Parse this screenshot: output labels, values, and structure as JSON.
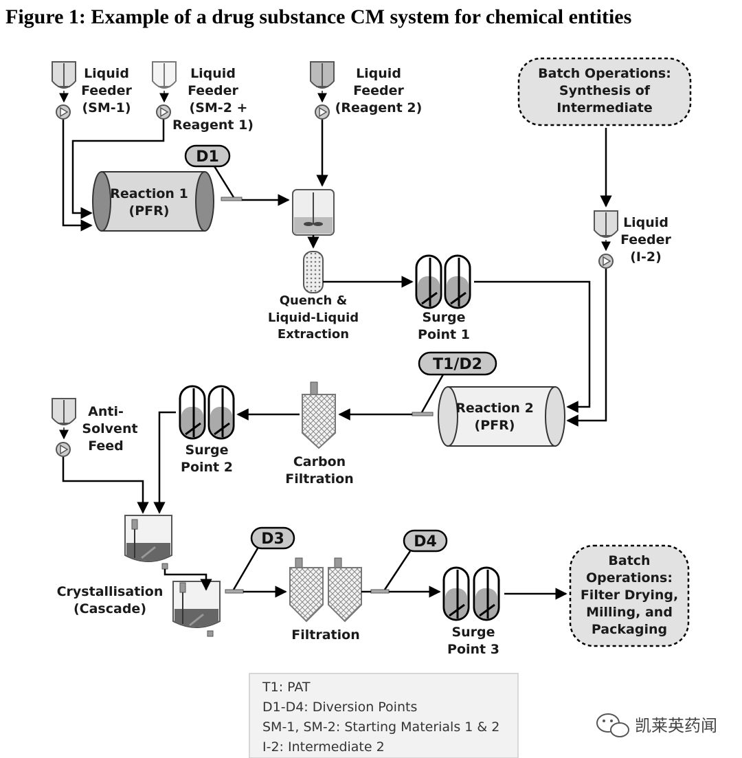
{
  "figure": {
    "title": "Figure 1: Example of a drug substance CM system for chemical entities"
  },
  "feeders": {
    "sm1": [
      "Liquid",
      "Feeder",
      "(SM-1)"
    ],
    "sm2": [
      "Liquid",
      "Feeder",
      "(SM-2 +",
      "Reagent 1)"
    ],
    "reagent2": [
      "Liquid",
      "Feeder",
      "(Reagent 2)"
    ],
    "i2": [
      "Liquid",
      "Feeder",
      "(I-2)"
    ],
    "antisolvent": [
      "Anti-",
      "Solvent",
      "Feed"
    ]
  },
  "batch_synthesis": [
    "Batch Operations:",
    "Synthesis of",
    "Intermediate"
  ],
  "batch_final": [
    "Batch",
    "Operations:",
    "Filter Drying,",
    "Milling, and",
    "Packaging"
  ],
  "reaction1": [
    "Reaction 1",
    "(PFR)"
  ],
  "reaction2": [
    "Reaction 2",
    "(PFR)"
  ],
  "quench": [
    "Quench &",
    "Liquid-Liquid",
    "Extraction"
  ],
  "surge1": [
    "Surge",
    "Point 1"
  ],
  "surge2": [
    "Surge",
    "Point 2"
  ],
  "surge3": [
    "Surge",
    "Point 3"
  ],
  "carbon": [
    "Carbon",
    "Filtration"
  ],
  "crystallisation": [
    "Crystallisation",
    "(Cascade)"
  ],
  "filtration": [
    "Filtration"
  ],
  "tags": {
    "d1": "D1",
    "t1d2": "T1/D2",
    "d3": "D3",
    "d4": "D4"
  },
  "legend": [
    "T1: PAT",
    "D1-D4: Diversion Points",
    "SM-1, SM-2: Starting Materials 1 & 2",
    "I-2: Intermediate 2"
  ],
  "watermark": "凯莱英药闻",
  "colors": {
    "line": "#000000",
    "equipment_fill": "#d9d9d9",
    "equipment_dark": "#8c8c8c",
    "tag_fill": "#c8c8c8",
    "batch_fill": "#e2e2e2",
    "legend_bg": "#f2f2f2"
  }
}
